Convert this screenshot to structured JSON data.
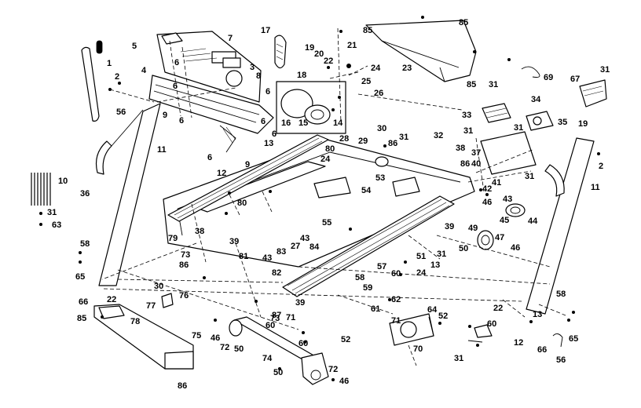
{
  "diagram": {
    "callouts": [
      {
        "id": "c1",
        "label": "1"
      },
      {
        "id": "c2a",
        "label": "2"
      },
      {
        "id": "c2b",
        "label": "2"
      },
      {
        "id": "c3",
        "label": "3"
      },
      {
        "id": "c4",
        "label": "4"
      },
      {
        "id": "c5",
        "label": "5"
      },
      {
        "id": "c6a",
        "label": "6"
      },
      {
        "id": "c6b",
        "label": "6"
      },
      {
        "id": "c6c",
        "label": "6"
      },
      {
        "id": "c6d",
        "label": "6"
      },
      {
        "id": "c6e",
        "label": "6"
      },
      {
        "id": "c6f",
        "label": "6"
      },
      {
        "id": "c6g",
        "label": "6"
      },
      {
        "id": "c7",
        "label": "7"
      },
      {
        "id": "c8",
        "label": "8"
      },
      {
        "id": "c9a",
        "label": "9"
      },
      {
        "id": "c9b",
        "label": "9"
      },
      {
        "id": "c10",
        "label": "10"
      },
      {
        "id": "c11a",
        "label": "11"
      },
      {
        "id": "c11b",
        "label": "11"
      },
      {
        "id": "c12a",
        "label": "12"
      },
      {
        "id": "c12b",
        "label": "12"
      },
      {
        "id": "c13a",
        "label": "13"
      },
      {
        "id": "c13b",
        "label": "13"
      },
      {
        "id": "c13c",
        "label": "13"
      },
      {
        "id": "c14",
        "label": "14"
      },
      {
        "id": "c15",
        "label": "15"
      },
      {
        "id": "c16",
        "label": "16"
      },
      {
        "id": "c17",
        "label": "17"
      },
      {
        "id": "c18",
        "label": "18"
      },
      {
        "id": "c19a",
        "label": "19"
      },
      {
        "id": "c19b",
        "label": "19"
      },
      {
        "id": "c20",
        "label": "20"
      },
      {
        "id": "c21",
        "label": "21"
      },
      {
        "id": "c22a",
        "label": "22"
      },
      {
        "id": "c22b",
        "label": "22"
      },
      {
        "id": "c22c",
        "label": "22"
      },
      {
        "id": "c23",
        "label": "23"
      },
      {
        "id": "c24a",
        "label": "24"
      },
      {
        "id": "c24b",
        "label": "24"
      },
      {
        "id": "c24c",
        "label": "24"
      },
      {
        "id": "c25",
        "label": "25"
      },
      {
        "id": "c26",
        "label": "26"
      },
      {
        "id": "c27",
        "label": "27"
      },
      {
        "id": "c28",
        "label": "28"
      },
      {
        "id": "c29",
        "label": "29"
      },
      {
        "id": "c30a",
        "label": "30"
      },
      {
        "id": "c30b",
        "label": "30"
      },
      {
        "id": "c31a",
        "label": "31"
      },
      {
        "id": "c31b",
        "label": "31"
      },
      {
        "id": "c31c",
        "label": "31"
      },
      {
        "id": "c31d",
        "label": "31"
      },
      {
        "id": "c31e",
        "label": "31"
      },
      {
        "id": "c31f",
        "label": "31"
      },
      {
        "id": "c31g",
        "label": "31"
      },
      {
        "id": "c31h",
        "label": "31"
      },
      {
        "id": "c31i",
        "label": "31"
      },
      {
        "id": "c32",
        "label": "32"
      },
      {
        "id": "c33",
        "label": "33"
      },
      {
        "id": "c34",
        "label": "34"
      },
      {
        "id": "c35",
        "label": "35"
      },
      {
        "id": "c36",
        "label": "36"
      },
      {
        "id": "c37",
        "label": "37"
      },
      {
        "id": "c38a",
        "label": "38"
      },
      {
        "id": "c38b",
        "label": "38"
      },
      {
        "id": "c39a",
        "label": "39"
      },
      {
        "id": "c39b",
        "label": "39"
      },
      {
        "id": "c39c",
        "label": "39"
      },
      {
        "id": "c40",
        "label": "40"
      },
      {
        "id": "c41",
        "label": "41"
      },
      {
        "id": "c42",
        "label": "42"
      },
      {
        "id": "c43a",
        "label": "43"
      },
      {
        "id": "c43b",
        "label": "43"
      },
      {
        "id": "c43c",
        "label": "43"
      },
      {
        "id": "c44",
        "label": "44"
      },
      {
        "id": "c45",
        "label": "45"
      },
      {
        "id": "c46a",
        "label": "46"
      },
      {
        "id": "c46b",
        "label": "46"
      },
      {
        "id": "c46c",
        "label": "46"
      },
      {
        "id": "c46d",
        "label": "46"
      },
      {
        "id": "c47",
        "label": "47"
      },
      {
        "id": "c49",
        "label": "49"
      },
      {
        "id": "c50a",
        "label": "50"
      },
      {
        "id": "c50b",
        "label": "50"
      },
      {
        "id": "c50c",
        "label": "50"
      },
      {
        "id": "c51",
        "label": "51"
      },
      {
        "id": "c52a",
        "label": "52"
      },
      {
        "id": "c52b",
        "label": "52"
      },
      {
        "id": "c53",
        "label": "53"
      },
      {
        "id": "c54",
        "label": "54"
      },
      {
        "id": "c55",
        "label": "55"
      },
      {
        "id": "c56a",
        "label": "56"
      },
      {
        "id": "c56b",
        "label": "56"
      },
      {
        "id": "c57",
        "label": "57"
      },
      {
        "id": "c58a",
        "label": "58"
      },
      {
        "id": "c58b",
        "label": "58"
      },
      {
        "id": "c58c",
        "label": "58"
      },
      {
        "id": "c59",
        "label": "59"
      },
      {
        "id": "c60a",
        "label": "60"
      },
      {
        "id": "c60b",
        "label": "60"
      },
      {
        "id": "c60c",
        "label": "60"
      },
      {
        "id": "c60d",
        "label": "60"
      },
      {
        "id": "c61",
        "label": "61"
      },
      {
        "id": "c62",
        "label": "62"
      },
      {
        "id": "c63",
        "label": "63"
      },
      {
        "id": "c64",
        "label": "64"
      },
      {
        "id": "c65a",
        "label": "65"
      },
      {
        "id": "c65b",
        "label": "65"
      },
      {
        "id": "c66a",
        "label": "66"
      },
      {
        "id": "c66b",
        "label": "66"
      },
      {
        "id": "c67",
        "label": "67"
      },
      {
        "id": "c69",
        "label": "69"
      },
      {
        "id": "c70",
        "label": "70"
      },
      {
        "id": "c71a",
        "label": "71"
      },
      {
        "id": "c71b",
        "label": "71"
      },
      {
        "id": "c72a",
        "label": "72"
      },
      {
        "id": "c72b",
        "label": "72"
      },
      {
        "id": "c73a",
        "label": "73"
      },
      {
        "id": "c73b",
        "label": "73"
      },
      {
        "id": "c74",
        "label": "74"
      },
      {
        "id": "c75",
        "label": "75"
      },
      {
        "id": "c76",
        "label": "76"
      },
      {
        "id": "c77",
        "label": "77"
      },
      {
        "id": "c78",
        "label": "78"
      },
      {
        "id": "c79",
        "label": "79"
      },
      {
        "id": "c80a",
        "label": "80"
      },
      {
        "id": "c80b",
        "label": "80"
      },
      {
        "id": "c81",
        "label": "81"
      },
      {
        "id": "c82",
        "label": "82"
      },
      {
        "id": "c83",
        "label": "83"
      },
      {
        "id": "c84",
        "label": "84"
      },
      {
        "id": "c85a",
        "label": "85"
      },
      {
        "id": "c85b",
        "label": "85"
      },
      {
        "id": "c85c",
        "label": "85"
      },
      {
        "id": "c85d",
        "label": "85"
      },
      {
        "id": "c86a",
        "label": "86"
      },
      {
        "id": "c86b",
        "label": "86"
      },
      {
        "id": "c86c",
        "label": "86"
      },
      {
        "id": "c86d",
        "label": "86"
      },
      {
        "id": "c87",
        "label": "87"
      }
    ]
  }
}
